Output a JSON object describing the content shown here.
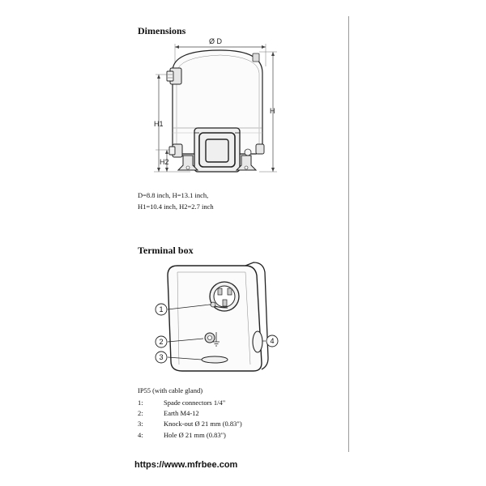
{
  "dimensions": {
    "title": "Dimensions",
    "labels": {
      "diameter": "Ø D",
      "height": "H",
      "h1": "H1",
      "h2": "H2"
    },
    "spec_line_1": "D=8.8 inch, H=13.1 inch,",
    "spec_line_2": "H1=10.4 inch, H2=2.7 inch"
  },
  "terminal_box": {
    "title": "Terminal box",
    "callouts": [
      "1",
      "2",
      "3",
      "4"
    ],
    "protection": "IP55 (with cable gland)",
    "items": [
      {
        "num": "1:",
        "text": "Spade connectors 1/4\""
      },
      {
        "num": "2:",
        "text": "Earth M4-12"
      },
      {
        "num": "3:",
        "text": "Knock-out Ø 21 mm (0.83\")"
      },
      {
        "num": "4:",
        "text": "Hole Ø 21 mm (0.83\")"
      }
    ]
  },
  "footer": {
    "url": "https://www.mfrbee.com"
  }
}
